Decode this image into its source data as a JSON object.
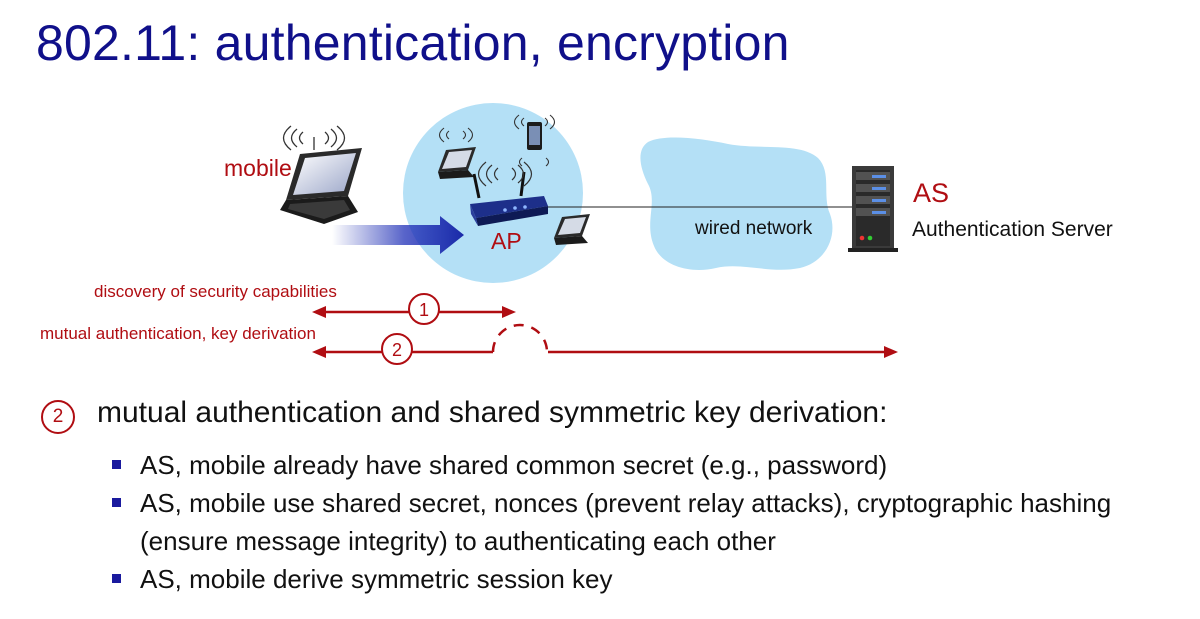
{
  "title": "802.11: authentication, encryption",
  "diagram": {
    "mobile_label": "mobile",
    "ap_label": "AP",
    "wired_network_label": "wired network",
    "as_label": "AS",
    "as_full_label": "Authentication Server",
    "steps": [
      {
        "number": "1",
        "label": "discovery of security capabilities"
      },
      {
        "number": "2",
        "label": "mutual authentication, key derivation"
      }
    ]
  },
  "section": {
    "badge": "2",
    "heading": "mutual authentication and shared symmetric key derivation:",
    "bullets": [
      "AS, mobile already have shared common secret (e.g., password)",
      "AS, mobile use shared secret, nonces (prevent relay attacks), cryptographic hashing (ensure message integrity) to authenticating each other",
      "AS, mobile derive symmetric session key"
    ]
  },
  "colors": {
    "title": "#10108a",
    "accent_red": "#b00d12",
    "bss_circle": "#b4e0f6",
    "wired_cloud": "#b4e0f6",
    "bullet": "#1a1a9e"
  }
}
